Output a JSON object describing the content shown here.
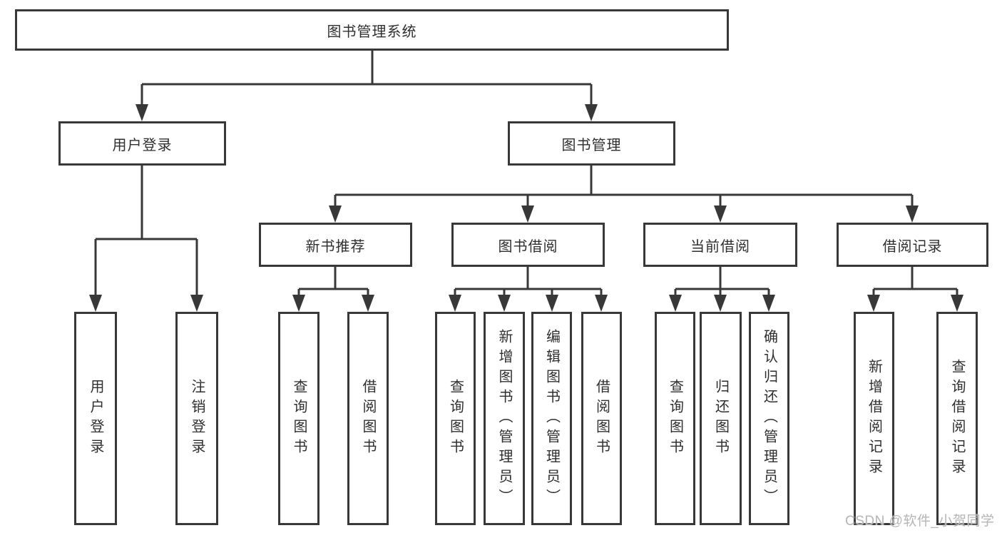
{
  "diagram": {
    "root": {
      "label": "图书管理系统"
    },
    "level2": {
      "user_login": "用户登录",
      "book_mgmt": "图书管理"
    },
    "level3": {
      "new_books": "新书推荐",
      "book_borrow": "图书借阅",
      "current_borrow": "当前借阅",
      "borrow_records": "借阅记录"
    },
    "leaves": {
      "user": [
        "用户登录",
        "注销登录"
      ],
      "new_books": [
        "查询图书",
        "借阅图书"
      ],
      "book_borrow": [
        "查询图书",
        "新增图书（管理员）",
        "编辑图书（管理员）",
        "借阅图书"
      ],
      "current_borrow": [
        "查询图书",
        "归还图书",
        "确认归还（管理员）"
      ],
      "borrow_records": [
        "新增借阅记录",
        "查询借阅记录"
      ]
    },
    "watermark": "CSDN @软件_小贺同学",
    "colors": {
      "line": "#383838",
      "text": "#2f2f2f",
      "watermark": "#b5b5b5"
    }
  }
}
